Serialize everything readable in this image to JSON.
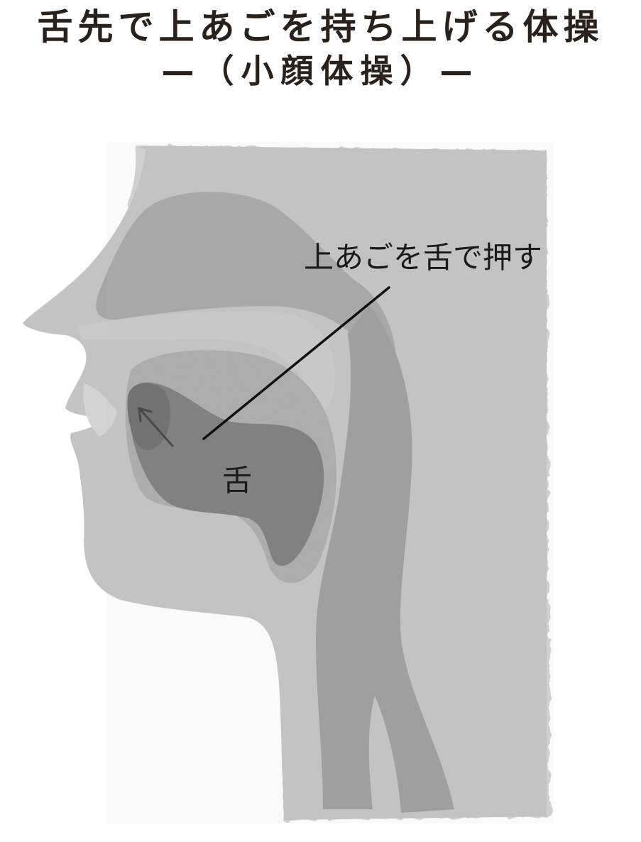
{
  "title": {
    "line1": "舌先で上あごを持ち上げる体操",
    "line2": "—（小顔体操）—"
  },
  "labels": {
    "palate": "上あごを舌で押す",
    "tongue": "舌"
  },
  "colors": {
    "title_text": "#2a211c",
    "background_panel": "#d2d2d2",
    "head_light": "#c3c3c3",
    "nasal_cavity": "#a6a6a6",
    "mouth_cavity": "#ababab",
    "tongue": "#7c7c7c",
    "tongue_dark": "#6b6b6b",
    "airway": "#9c9c9c",
    "leader_line": "#111111"
  },
  "icons": {
    "arrow": "arrow-up-left-icon"
  }
}
